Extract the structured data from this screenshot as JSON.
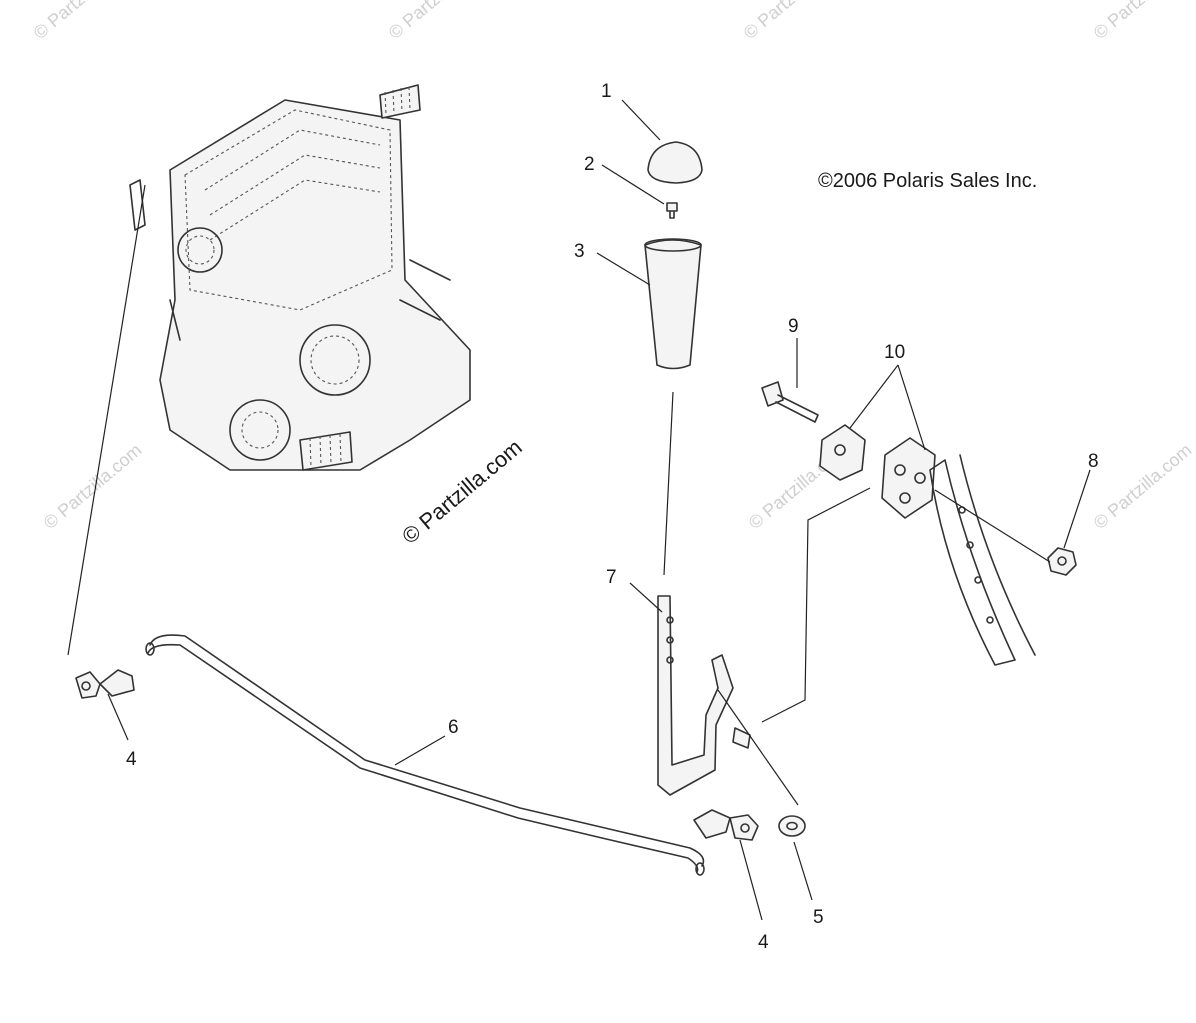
{
  "copyright": "©2006 Polaris Sales Inc.",
  "watermark": "© Partzilla.com",
  "faint_watermark": "© Partzilla.com",
  "callouts": {
    "c1": "1",
    "c2": "2",
    "c3": "3",
    "c4a": "4",
    "c4b": "4",
    "c5": "5",
    "c6": "6",
    "c7": "7",
    "c8": "8",
    "c9": "9",
    "c10": "10"
  }
}
